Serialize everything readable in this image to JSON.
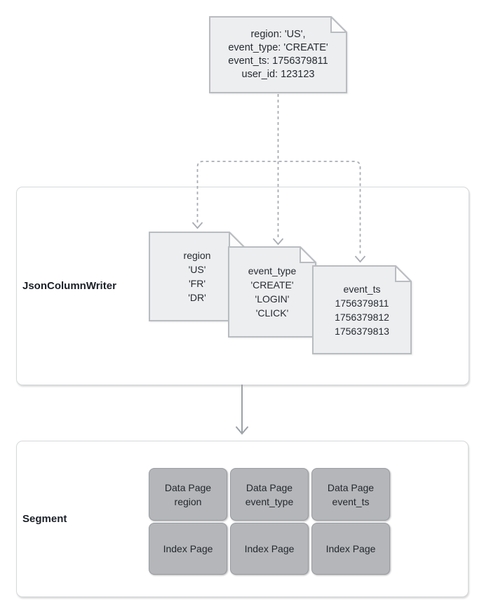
{
  "diagram": {
    "source_record": {
      "line1": "region: 'US',",
      "line2": "event_type: 'CREATE'",
      "line3": "event_ts: 1756379811",
      "line4": "user_id: 123123"
    },
    "json_column_writer": {
      "label": "JsonColumnWriter",
      "columns": [
        {
          "name": "region",
          "v1": "'US'",
          "v2": "'FR'",
          "v3": "'DR'"
        },
        {
          "name": "event_type",
          "v1": "'CREATE'",
          "v2": "'LOGIN'",
          "v3": "'CLICK'"
        },
        {
          "name": "event_ts",
          "v1": "1756379811",
          "v2": "1756379812",
          "v3": "1756379813"
        }
      ]
    },
    "segment": {
      "label": "Segment",
      "data_pages": [
        {
          "line1": "Data Page",
          "line2": "region"
        },
        {
          "line1": "Data Page",
          "line2": "event_type"
        },
        {
          "line1": "Data Page",
          "line2": "event_ts"
        }
      ],
      "index_pages": [
        {
          "label": "Index Page"
        },
        {
          "label": "Index Page"
        },
        {
          "label": "Index Page"
        }
      ]
    },
    "colors": {
      "note_fill": "#edeef0",
      "note_fold_fill": "#fcfcfd",
      "note_border": "#b9bcc0",
      "container_border": "#d6d8da",
      "page_fill": "#b4b6b9",
      "page_border": "#989ba0",
      "connector": "#a8adb3",
      "text": "#262b31"
    }
  }
}
